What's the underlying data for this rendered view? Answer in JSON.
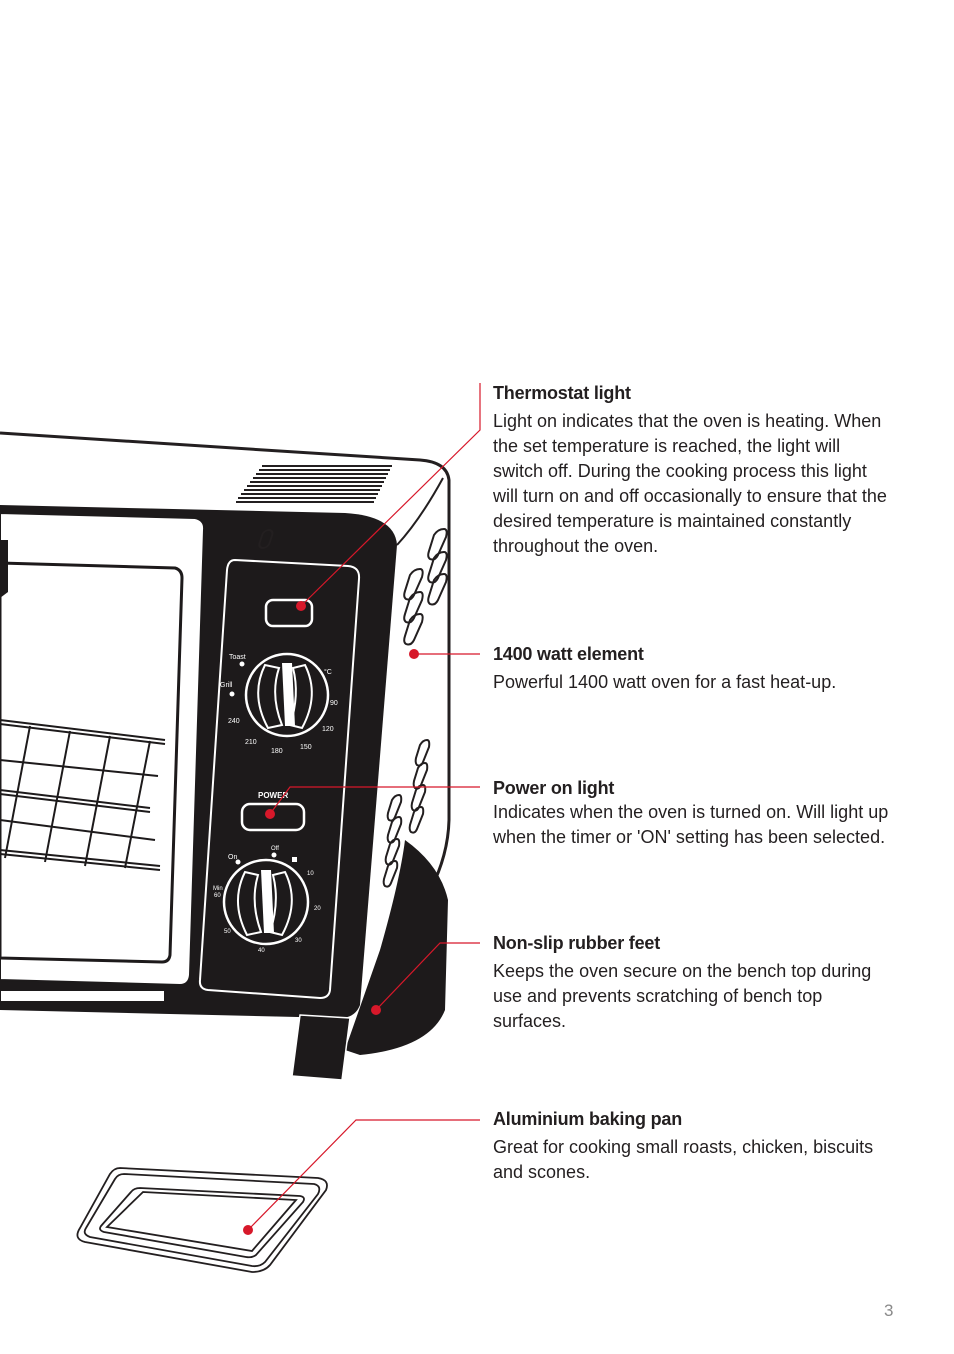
{
  "features": [
    {
      "title": "Thermostat light",
      "text": "Light on indicates that the oven is heating. When the set temperature is reached, the light will switch off. During the cooking process this light will turn on and off occasionally to ensure that the desired temperature is maintained constantly throughout the oven."
    },
    {
      "title": "1400 watt element",
      "text": "Powerful 1400 watt oven for a fast heat-up."
    },
    {
      "title": "Power on light",
      "text": "Indicates when the oven is turned on. Will light up when the timer or 'ON' setting has been selected."
    },
    {
      "title": "Non-slip rubber feet",
      "text": "Keeps the oven secure on the bench top during use and prevents scratching of bench top surfaces."
    },
    {
      "title": "Aluminium baking pan",
      "text": "Great for cooking small roasts, chicken, biscuits and scones."
    }
  ],
  "panel": {
    "power_label": "POWER",
    "temp_dial": {
      "toast": "Toast",
      "grill": "Grill",
      "unit": "°C",
      "marks": [
        "90",
        "120",
        "150",
        "180",
        "210",
        "240"
      ]
    },
    "timer_dial": {
      "off": "Off",
      "on": "On",
      "min": "Min",
      "marks": [
        "10",
        "20",
        "30",
        "40",
        "50",
        "60"
      ]
    }
  },
  "accent_color": "#d7182a",
  "page_number": "3"
}
